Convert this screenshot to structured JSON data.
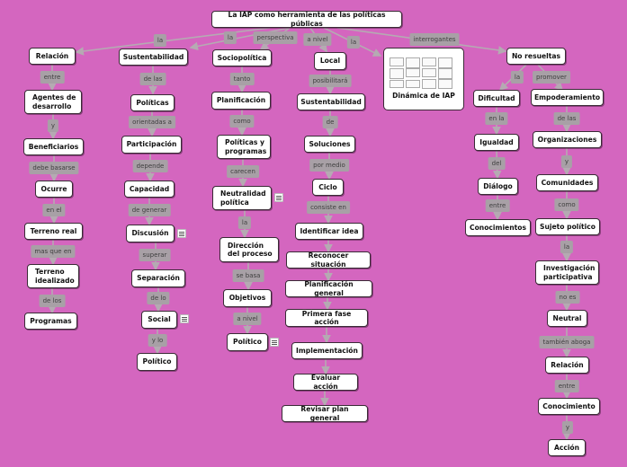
{
  "map": {
    "background": "#d466bf",
    "root": "La IAP como herramienta de las políticas públicas",
    "root_links": [
      "la",
      "la",
      "perspectiva",
      "a nivel",
      "la",
      "interrogantes"
    ],
    "branches": {
      "relacion": {
        "nodes": [
          "Relación",
          "Agentes de desarrollo",
          "Beneficiarios",
          "Ocurre",
          "Terreno real",
          "Terreno idealizado",
          "Programas"
        ],
        "links": [
          "entre",
          "y",
          "debe basarse",
          "en el",
          "mas que en",
          "de los"
        ]
      },
      "sustentabilidad": {
        "nodes": [
          "Sustentabilidad",
          "Políticas",
          "Participación",
          "Capacidad",
          "Discusión",
          "Separación",
          "Social",
          "Político"
        ],
        "links": [
          "de las",
          "orientadas a",
          "depende",
          "de generar",
          "superar",
          "de lo",
          "y lo"
        ]
      },
      "sociopolitica": {
        "nodes": [
          "Sociopolítica",
          "Planificación",
          "Políticas y programas",
          "Neutralidad política",
          "Dirección del proceso",
          "Objetivos",
          "Político"
        ],
        "links": [
          "tanto",
          "como",
          "carecen",
          "la",
          "se basa",
          "a nivel"
        ]
      },
      "local": {
        "nodes": [
          "Local",
          "Sustentabilidad",
          "Soluciones",
          "Ciclo",
          "Identificar idea",
          "Reconocer situación",
          "Planificación general",
          "Primera fase acción",
          "Implementación",
          "Evaluar acción",
          "Revisar plan general"
        ],
        "links": [
          "posibilitará",
          "de",
          "por medio",
          "consiste en"
        ]
      },
      "dinamica": {
        "caption": "Dinámica de IAP"
      },
      "no_resueltas": {
        "node": "No resueltas",
        "links": [
          "la",
          "promover"
        ],
        "left": {
          "nodes": [
            "Dificultad",
            "Igualdad",
            "Diálogo",
            "Conocimientos"
          ],
          "links": [
            "en la",
            "del",
            "entre"
          ]
        },
        "right": {
          "nodes": [
            "Empoderamiento",
            "Organizaciones",
            "Comunidades",
            "Sujeto político",
            "Investigación participativa",
            "Neutral",
            "Relación",
            "Conocimiento",
            "Acción"
          ],
          "links": [
            "de las",
            "y",
            "como",
            "la",
            "no es",
            "también aboga",
            "entre",
            "y"
          ]
        }
      }
    }
  }
}
